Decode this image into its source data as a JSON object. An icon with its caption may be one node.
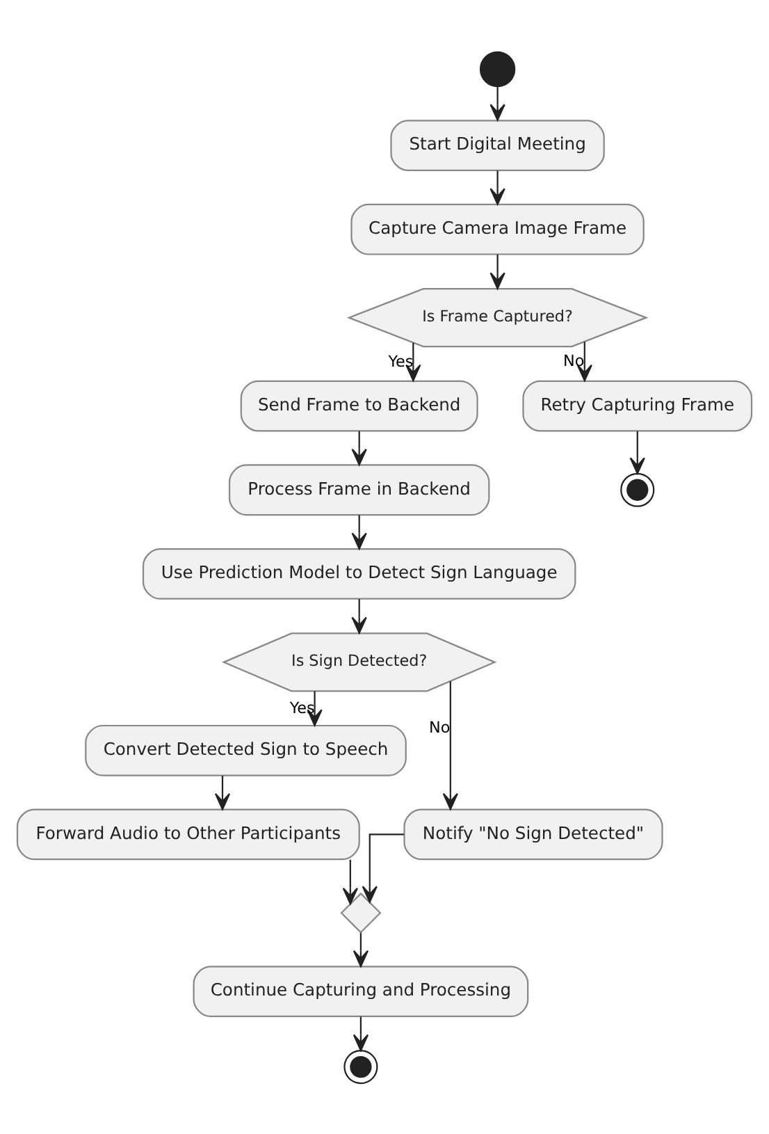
{
  "diagram": {
    "nodes": [
      {
        "text": [],
        "shape": "circle"
      },
      {
        "text": [
          "Start Digital Meeting"
        ]
      },
      {
        "text": [
          "Capture Camera Image Frame"
        ]
      },
      {
        "text": [
          "Is Frame Captured?"
        ]
      },
      {
        "text": [
          "Send Frame to Backend"
        ]
      },
      {
        "text": [
          "Retry Capturing Frame"
        ]
      },
      {
        "text": [],
        "shape": "circle"
      },
      {
        "text": [
          "Process Frame in Backend"
        ]
      },
      {
        "text": [
          "Use Prediction Model to Detect Sign Language"
        ]
      },
      {
        "text": [
          "Is Sign Detected?"
        ]
      },
      {
        "text": [
          "Convert Detected Sign to Speech"
        ]
      },
      {
        "text": [
          "Notify \"No Sign Detected\""
        ]
      },
      {
        "text": [
          "Forward Audio to Other Participants"
        ]
      },
      {
        "text": [],
        "shape": "diamond"
      },
      {
        "text": [
          "Continue Capturing and Processing"
        ]
      },
      {
        "text": [],
        "shape": "circle"
      }
    ],
    "edges": [
      {
        "from": 0,
        "to": 1,
        "arrow": "to"
      },
      {
        "from": 1,
        "to": 2,
        "arrow": "to"
      },
      {
        "from": 2,
        "to": 3,
        "arrow": "to"
      },
      {
        "from": 3,
        "to": 4,
        "arrow": "to",
        "label": "Yes"
      },
      {
        "from": 3,
        "to": 5,
        "arrow": "to",
        "label": "No"
      },
      {
        "from": 5,
        "to": 6,
        "arrow": "to"
      },
      {
        "from": 4,
        "to": 7,
        "arrow": "to"
      },
      {
        "from": 7,
        "to": 8,
        "arrow": "to"
      },
      {
        "from": 8,
        "to": 9,
        "arrow": "to"
      },
      {
        "from": 9,
        "to": 10,
        "arrow": "to",
        "label": "Yes"
      },
      {
        "from": 9,
        "to": 11,
        "arrow": "to",
        "label": "No"
      },
      {
        "from": 10,
        "to": 12,
        "arrow": "to"
      },
      {
        "from": 12,
        "to": 13,
        "arrow": "to"
      },
      {
        "from": 11,
        "to": 13,
        "arrow": "to"
      },
      {
        "from": 13,
        "to": 14,
        "arrow": "to"
      },
      {
        "from": 14,
        "to": 15,
        "arrow": "to"
      }
    ]
  }
}
